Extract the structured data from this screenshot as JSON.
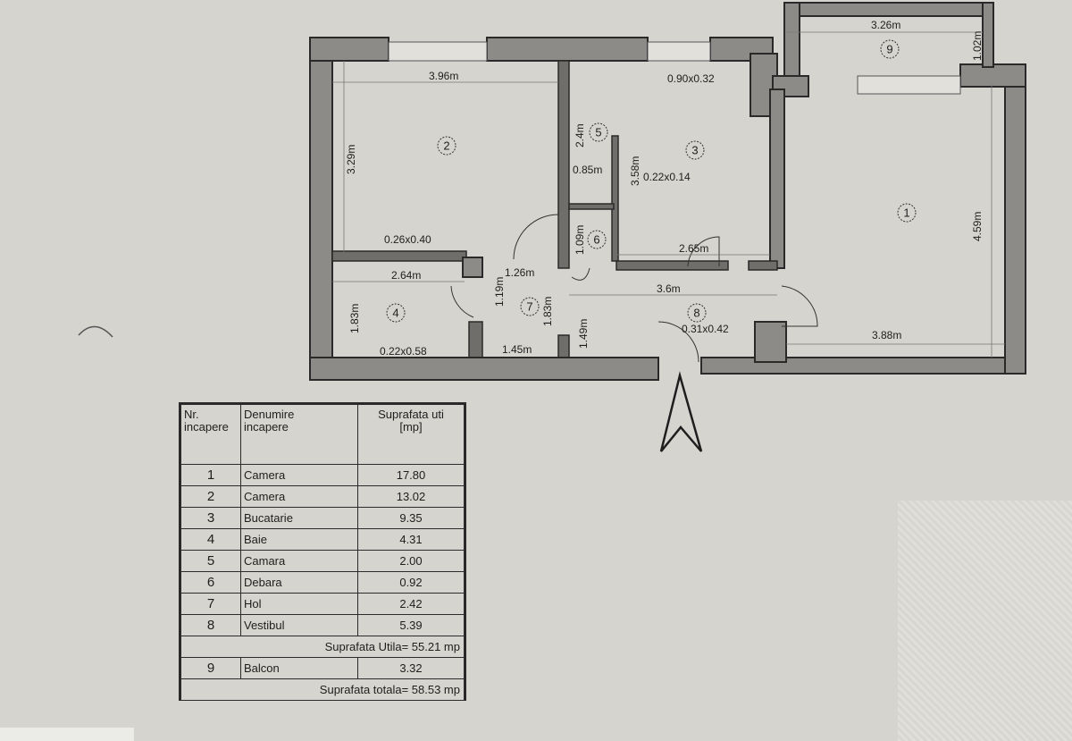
{
  "rooms": [
    {
      "nr": "1",
      "name": "Camera",
      "area": "17.80"
    },
    {
      "nr": "2",
      "name": "Camera",
      "area": "13.02"
    },
    {
      "nr": "3",
      "name": "Bucatarie",
      "area": "9.35"
    },
    {
      "nr": "4",
      "name": "Baie",
      "area": "4.31"
    },
    {
      "nr": "5",
      "name": "Camara",
      "area": "2.00"
    },
    {
      "nr": "6",
      "name": "Debara",
      "area": "0.92"
    },
    {
      "nr": "7",
      "name": "Hol",
      "area": "2.42"
    },
    {
      "nr": "8",
      "name": "Vestibul",
      "area": "5.39"
    },
    {
      "nr": "9",
      "name": "Balcon",
      "area": "3.32"
    }
  ],
  "table": {
    "col_nr": "Nr. incapere",
    "col_nr_l1": "Nr.",
    "col_nr_l2": "incapere",
    "col_name_l1": "Denumire",
    "col_name_l2": "incapere",
    "col_area_l1": "Suprafata uti",
    "col_area_l2": "[mp]",
    "subtotal": "Suprafata Utila= 55.21 mp",
    "total": "Suprafata totala= 58.53 mp"
  },
  "dimensions": {
    "r2_width": "3.96m",
    "r2_height": "3.29m",
    "r2_niche": "0.26x0.40",
    "r5_height": "2.4m",
    "r5_width": "0.85m",
    "r3_height": "3.58m",
    "r3_niche": "0.22x0.14",
    "r3_corner": "0.90x0.32",
    "r3_width": "2.65m",
    "r6_height": "1.09m",
    "r9_width": "3.26m",
    "r9_height": "1.02m",
    "r1_height": "4.59m",
    "r1_width": "3.88m",
    "r4_width": "2.64m",
    "r4_height": "1.83m",
    "r4_niche": "0.22x0.58",
    "r7_top": "1.26m",
    "r7_h1": "1.19m",
    "r7_h2": "1.83m",
    "r7_width": "1.45m",
    "r8_height": "1.49m",
    "r8_width": "3.6m",
    "r8_niche": "0.31x0.42"
  }
}
